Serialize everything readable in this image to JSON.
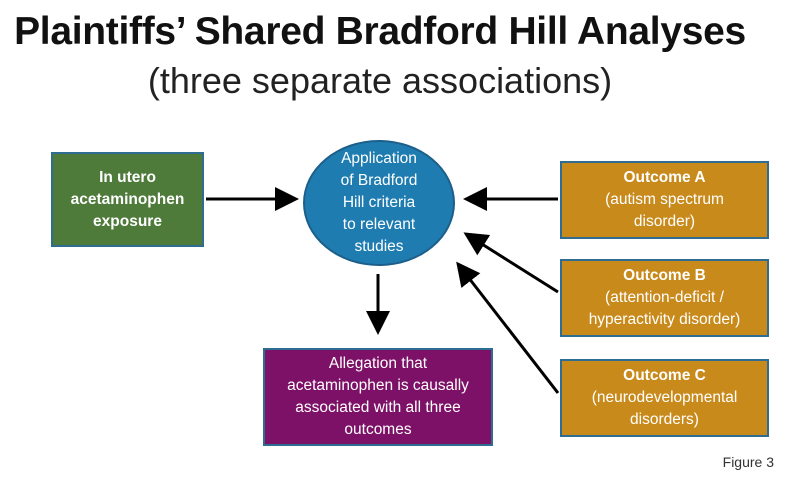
{
  "title": "Plaintiffs’ Shared Bradford Hill Analyses",
  "subtitle": "(three separate associations)",
  "exposure_box": {
    "lines": [
      "In utero",
      "acetaminophen",
      "exposure"
    ]
  },
  "center_circle": {
    "lines": [
      "Application",
      "of Bradford",
      "Hill criteria",
      "to relevant",
      "studies"
    ]
  },
  "outcomes": [
    {
      "heading": "Outcome A",
      "lines": [
        "(autism spectrum",
        "disorder)"
      ]
    },
    {
      "heading": "Outcome B",
      "lines": [
        "(attention-deficit /",
        "hyperactivity disorder)"
      ]
    },
    {
      "heading": "Outcome C",
      "lines": [
        "(neurodevelopmental",
        "disorders)"
      ]
    }
  ],
  "allegation_box": {
    "lines": [
      "Allegation that",
      "acetaminophen is causally",
      "associated with all three",
      "outcomes"
    ]
  },
  "figure_label": "Figure 3",
  "colors": {
    "exposure": "#4e7a3a",
    "center": "#1f7cb1",
    "outcomes": "#c98a1c",
    "allegation": "#7d1167",
    "arrows": "#000000"
  }
}
